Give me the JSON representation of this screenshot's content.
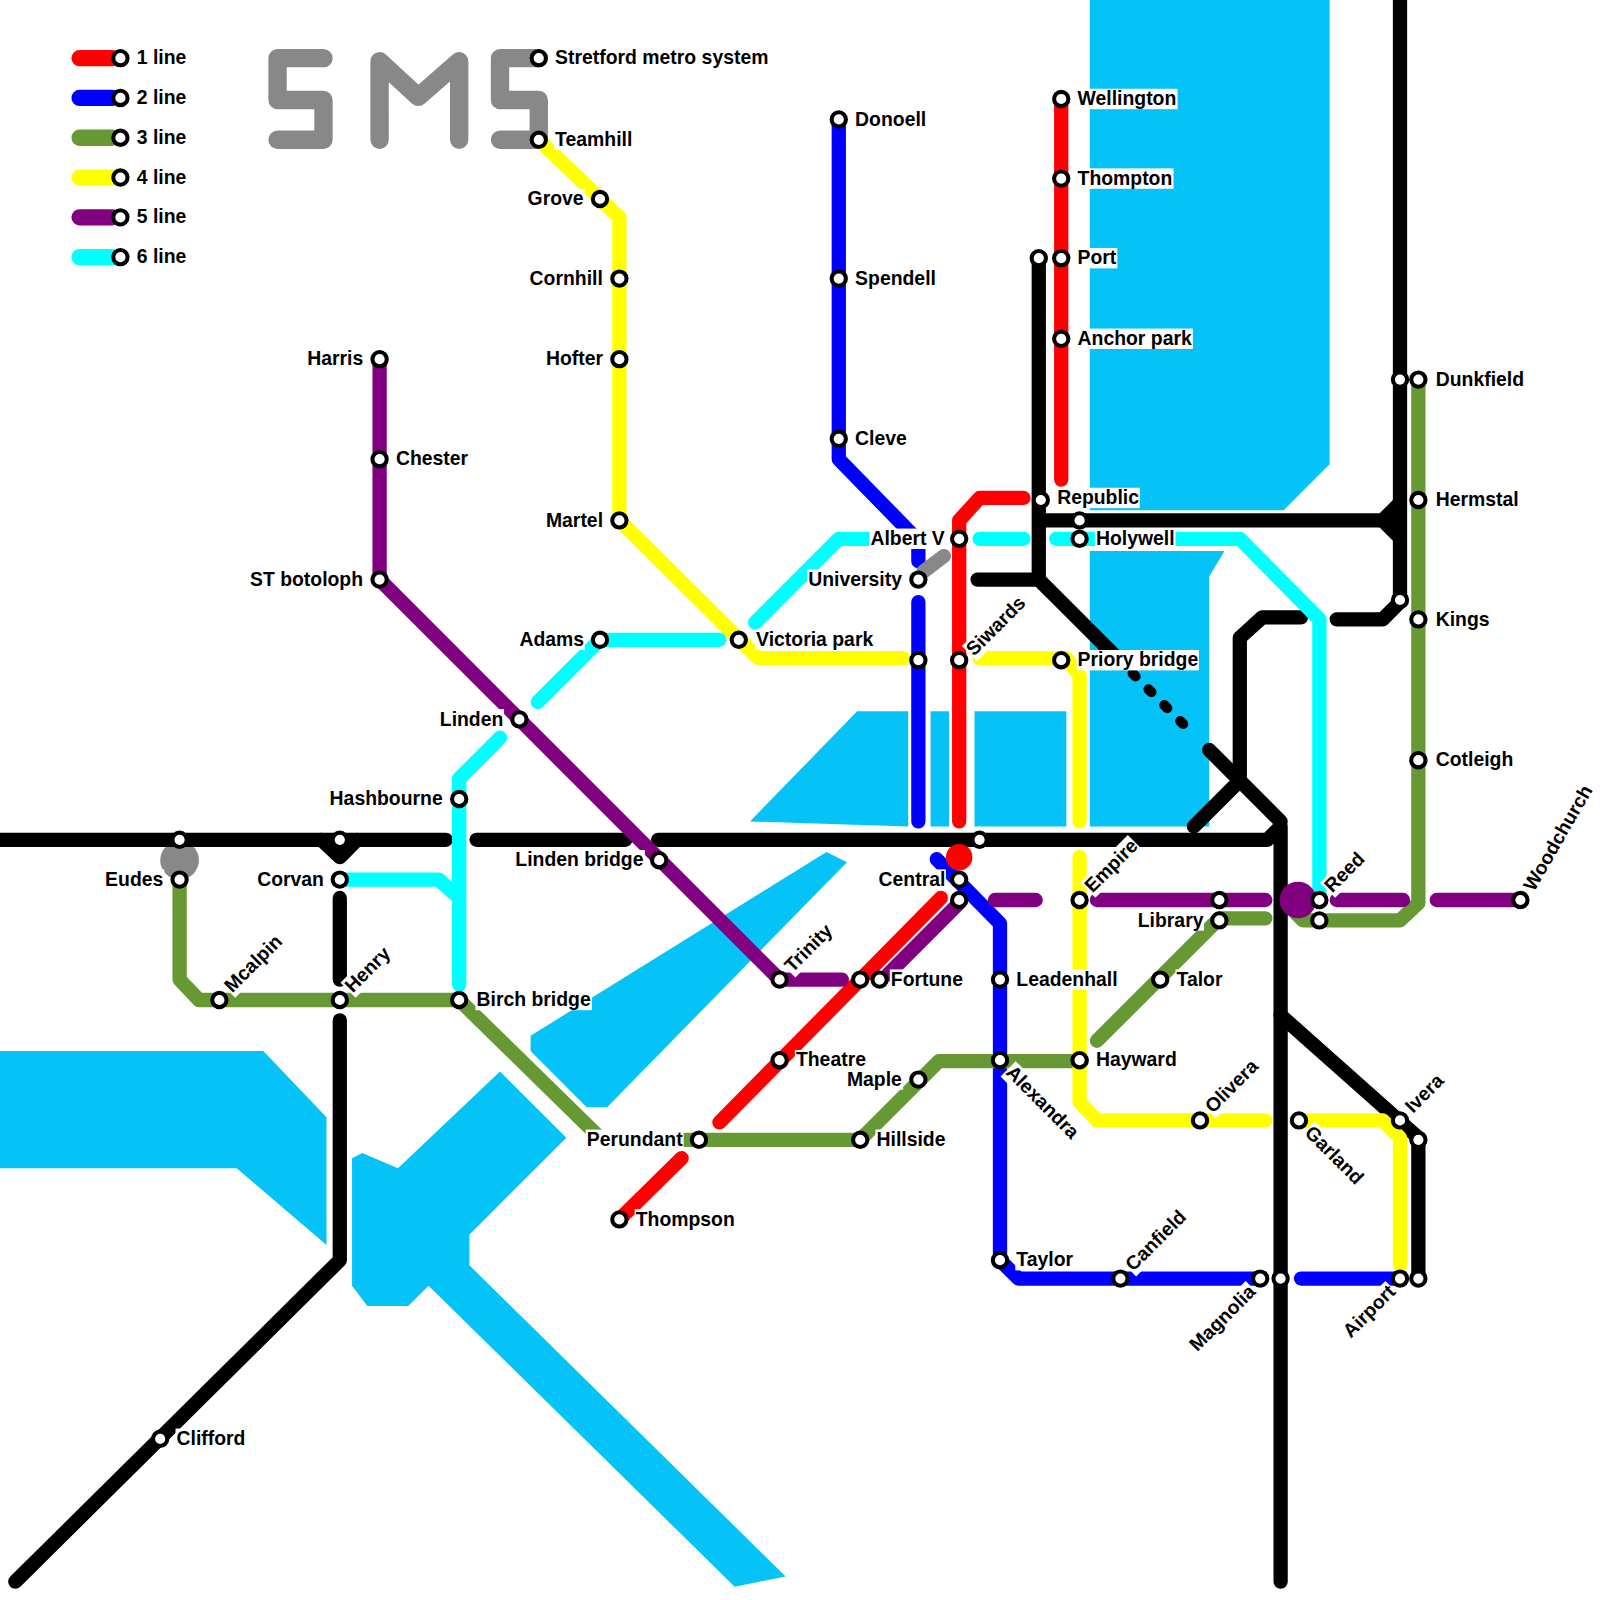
{
  "diagram": {
    "title": "Stretford metro system",
    "labels": [
      "Teamhill",
      "Grove",
      "Cornhill",
      "Hofter",
      "Martel",
      "Harris",
      "Chester",
      "ST botoloph",
      "Donoell",
      "Spendell",
      "Cleve",
      "Wellington",
      "Thompton",
      "Port",
      "Anchor park",
      "Dunkfield",
      "Hermstal",
      "Republic",
      "Holywell",
      "Albert V",
      "University",
      "Kings",
      "Adams",
      "Victoria park",
      "Siwards",
      "Priory bridge",
      "Linden",
      "Cotleigh",
      "Hashbourne",
      "Linden bridge",
      "Eudes",
      "Corvan",
      "Central",
      "Empire",
      "Library",
      "Reed",
      "Woodchurch",
      "Trinity",
      "Fortune",
      "Leadenhall",
      "Talor",
      "Mcalpin",
      "Henry",
      "Birch bridge",
      "Theatre",
      "Maple",
      "Alexandra",
      "Hayward",
      "Olivera",
      "Garland",
      "Ivera",
      "Perundant",
      "Hillside",
      "Thompson",
      "Clifford",
      "Taylor",
      "Canfield",
      "Magnolia",
      "Airport"
    ],
    "legend": [
      {
        "text": "1 line",
        "color": "#ff0000"
      },
      {
        "text": "2 line",
        "color": "#0000ff"
      },
      {
        "text": "3 line",
        "color": "#669933"
      },
      {
        "text": "4 line",
        "color": "#ffff00"
      },
      {
        "text": "5 line",
        "color": "#800080"
      },
      {
        "text": "6 line",
        "color": "#00ffff"
      }
    ]
  }
}
